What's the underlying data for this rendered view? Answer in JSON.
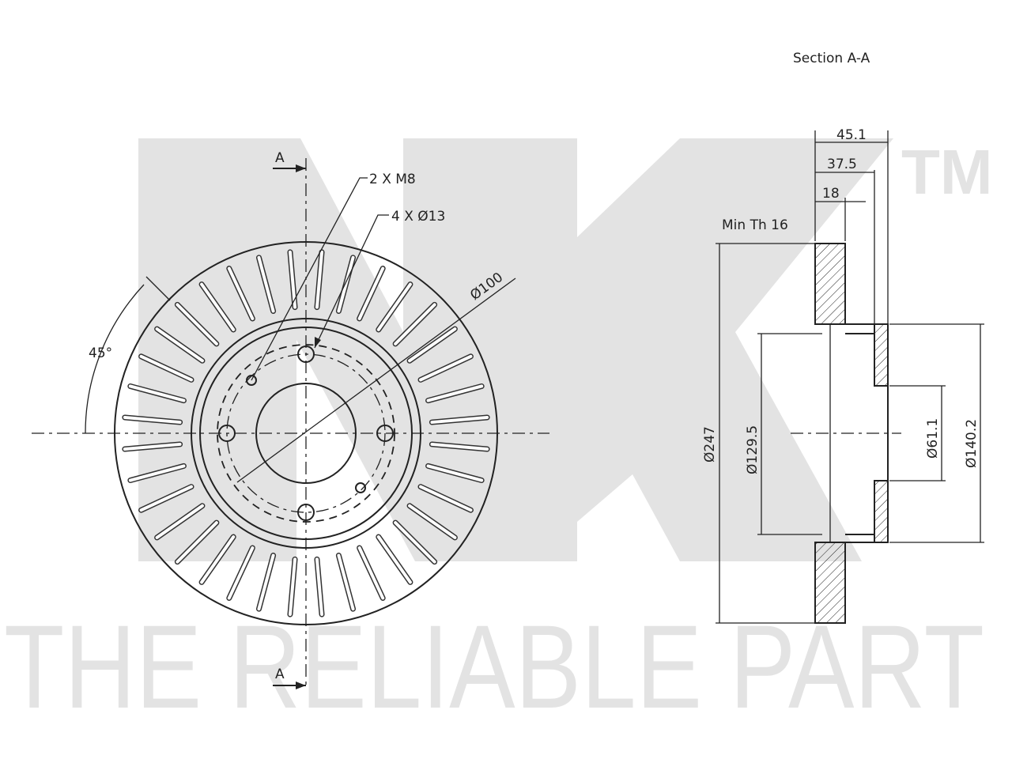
{
  "watermark": {
    "logo_letters": "NK",
    "trademark": "TM",
    "slogan": "THE RELIABLE PART"
  },
  "section_title": "Section A-A",
  "front_view": {
    "section_marker_top": "A",
    "section_marker_bottom": "A",
    "callout_threads": "2 X M8",
    "callout_holes": "4 X Ø13",
    "dim_pcd": "Ø100",
    "dim_angle": "45°"
  },
  "section_view": {
    "dim_overall_height": "45.1",
    "dim_hat_height": "37.5",
    "dim_thickness": "18",
    "min_thickness_label": "Min Th 16",
    "dim_outer_diameter": "Ø247",
    "dim_hat_diameter": "Ø129.5",
    "dim_center_bore": "Ø61.1",
    "dim_hat_outer": "Ø140.2"
  }
}
